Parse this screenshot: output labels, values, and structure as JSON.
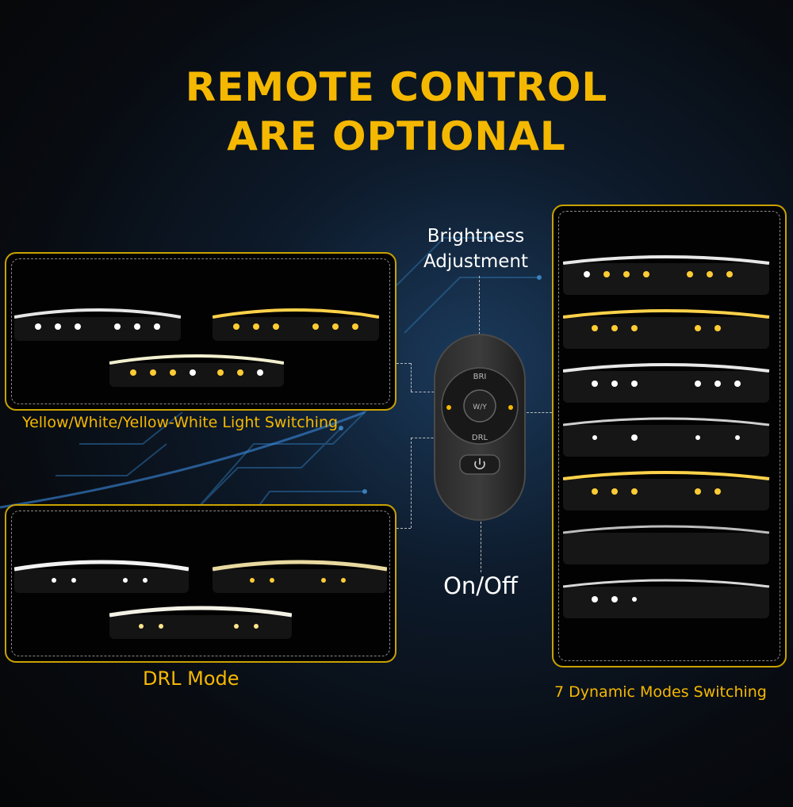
{
  "title": {
    "line1": "REMOTE CONTROL",
    "line2": "ARE OPTIONAL"
  },
  "labels": {
    "brightness": "Brightness Adjustment",
    "on_off": "On/Off",
    "color_switching": "Yellow/White/Yellow-White Light Switching",
    "drl_mode": "DRL Mode",
    "dynamic_modes": "7 Dynamic Modes Switching"
  },
  "remote": {
    "buttons": [
      "BRI",
      "W/Y",
      "DRL"
    ],
    "power_icon": "power-icon"
  },
  "colors": {
    "accent": "#f5b800",
    "white_led": "#ffffff",
    "yellow_led": "#ffcc33"
  }
}
